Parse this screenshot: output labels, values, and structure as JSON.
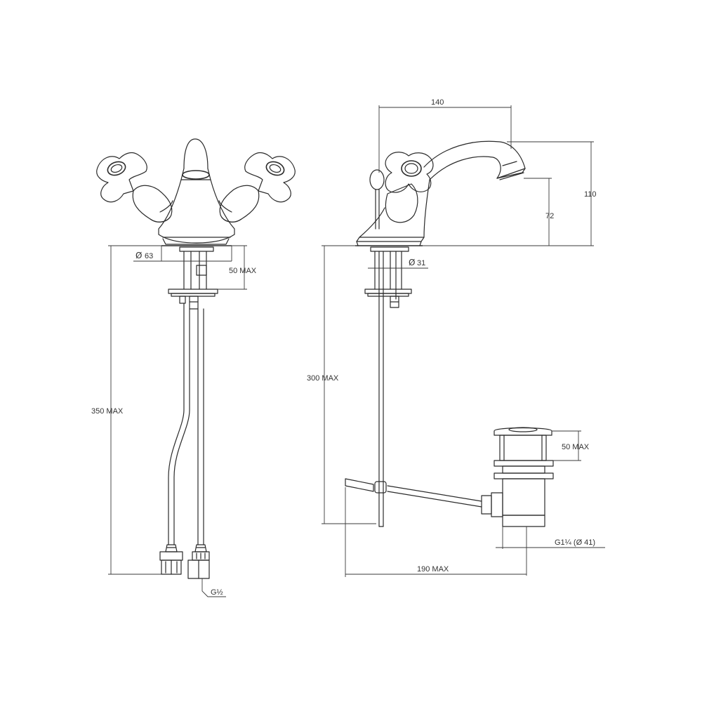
{
  "front_view": {
    "dia_symbol": "Ø",
    "dia_value": "63",
    "depth_label": "50 MAX",
    "height_label": "350 MAX",
    "thread_label": "G½"
  },
  "side_view": {
    "width_label": "140",
    "height_label": "110",
    "spout_height_label": "72",
    "dia_symbol": "Ø",
    "dia_value": "31",
    "height_label_2": "300 MAX",
    "waste_depth_label": "50 MAX",
    "waste_thread_label": "G1¼ (Ø 41)",
    "rod_length_label": "190 MAX"
  }
}
